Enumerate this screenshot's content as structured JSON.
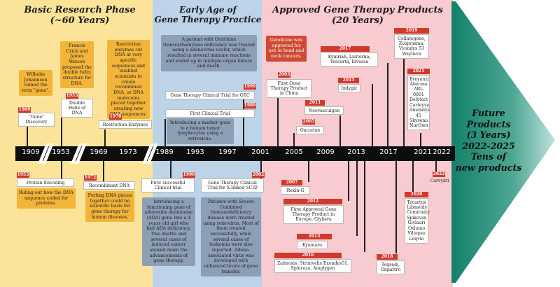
{
  "phases": {
    "basic_title": "Basic Research Phase",
    "basic_sub": "(~60 Years)",
    "early_title": "Early Age of",
    "early_sub": "Gene Therapy Practice",
    "approved_title": "Approved Gene Therapy Products",
    "approved_sub": "(20 Years)"
  },
  "ticks": [
    "1909",
    "1953",
    "1969",
    "1973",
    "1989",
    "1993",
    "1997",
    "2001",
    "2005",
    "2009",
    "2013",
    "2017",
    "2021",
    "2022"
  ],
  "future": {
    "line1": "Future Products",
    "line2": "(3 Years)",
    "line3": "2022-2025",
    "line4": "Tens of",
    "line5": "new products"
  },
  "basic": {
    "n1909_year": "1909",
    "n1909_label": "\"Gene\" Discovery",
    "n1909_note": "Wilhelm Johannsen coined the term \"gene\".",
    "n1953a_year": "1953",
    "n1953a_label": "Double Helix of DNA",
    "n1953a_note": "Francis Crick and James Watson proposed the double helix structure for DNA.",
    "n1970_year": "1970",
    "n1970_label": "Restriction Enzymes",
    "n1970_note": "Restriction enzymes cut DNA at very specific sequences and enabled scientists to create recombined DNA, or DNA molecules pieced together creating new DNA sequences.",
    "n1953b_year": "1953",
    "n1953b_label": "Protein Encoding",
    "n1953b_note": "Ruling out how the DNA sequence coded for proteins.",
    "n1972_year": "1972",
    "n1972_label": "Recombinant DNA",
    "n1972_note": "Putting DNA pieces together could be scientific basis for gene therapy for human diseases."
  },
  "early": {
    "otc_note": "A patient with Ornithine transcarbamylase deficiency was treated using a adenovirus vector, which resulted in several immune reactions and ended up in multiple organ failure and death.",
    "n1999_year": "1999",
    "n1999_label": "Gene Therapy Clinical Trial for OTC",
    "n1989_year": "1989",
    "n1989_label": "First Clinical Trial",
    "n1989_note": "Introducing a marker gene to a human tumor lymphocytes using a retrovirus.",
    "n1990_year": "1990",
    "n1990_label": "First successful Clinical trial",
    "n1990_note": "Introducing a functioning gene of adenosine deaminase (ADA) gene into a 4 years old girl who had ADA deficiency. Two deaths and several cases of induced cancer slowed down the advancements of gene therapy.",
    "n2002_year": "2002",
    "n2002_label": "Gene Therapy Clinical Trial for X-linked SCID",
    "n2002_note": "Patients with Severe Combined Immunodeficiency disease were treated using retrovirus. Most of them treated successfully, while several cases of leukemia were also reported. Adeno-associated virus was developed with enhanced levels of gene transfer."
  },
  "approved": {
    "gendicine_note": "Gendicine was approved for use in head and neck cancers.",
    "n2003_year": "2003",
    "n2003_label": "First Gene Therapy Product in China",
    "n2005_year": "2005",
    "n2005_label": "Oncorine",
    "n2011_year": "2011",
    "n2011_label": "Neovasculgen",
    "n2015_year": "2015",
    "n2015_label": "Imlygic",
    "n2017_year": "2017",
    "n2017_label": "Kymriah, Luxterna, Yescarta, Invossa",
    "n2019_year": "2019",
    "n2019_label": "Collategene, Zolgensma, Vyondys 53 Waylivra",
    "n2021_year": "2021",
    "n2021_label": "Breyanzi Abecma ARI-0001 Delytact Carteyva Amondys 45 Skysona NurOwn",
    "n2007_year": "2007",
    "n2007_label": "Rexin-G",
    "n2012_year": "2012",
    "n2012_label": "First Approved Gene Therapy Product in Europe, Glybera",
    "n2013_year": "2013",
    "n2013_label": "Kynmaro",
    "n2016_year": "2016",
    "n2016_label": "Zalmoxis, Strimvelis Exondys51, Spinraza, Amplygen",
    "n2018_year": "2018",
    "n2018_label": "Tegsedi, Onpattro",
    "n2020_year": "2020",
    "n2020_label": "Tecartus Libmeldy Comirnaty Spikevax Givlaari Oxlumo Viltepso Leqvio",
    "n2022_year": "2022",
    "n2022_label": "Carvykti"
  },
  "colors": {
    "basic_bg": "#fbe49a",
    "early_bg": "#bcd3e8",
    "approved_bg": "#f8cbd0",
    "arrow_green": "#13806a",
    "tag_red": "#d03a2d",
    "note_orange": "#f3b43a",
    "note_blue": "#8d9fb5"
  }
}
